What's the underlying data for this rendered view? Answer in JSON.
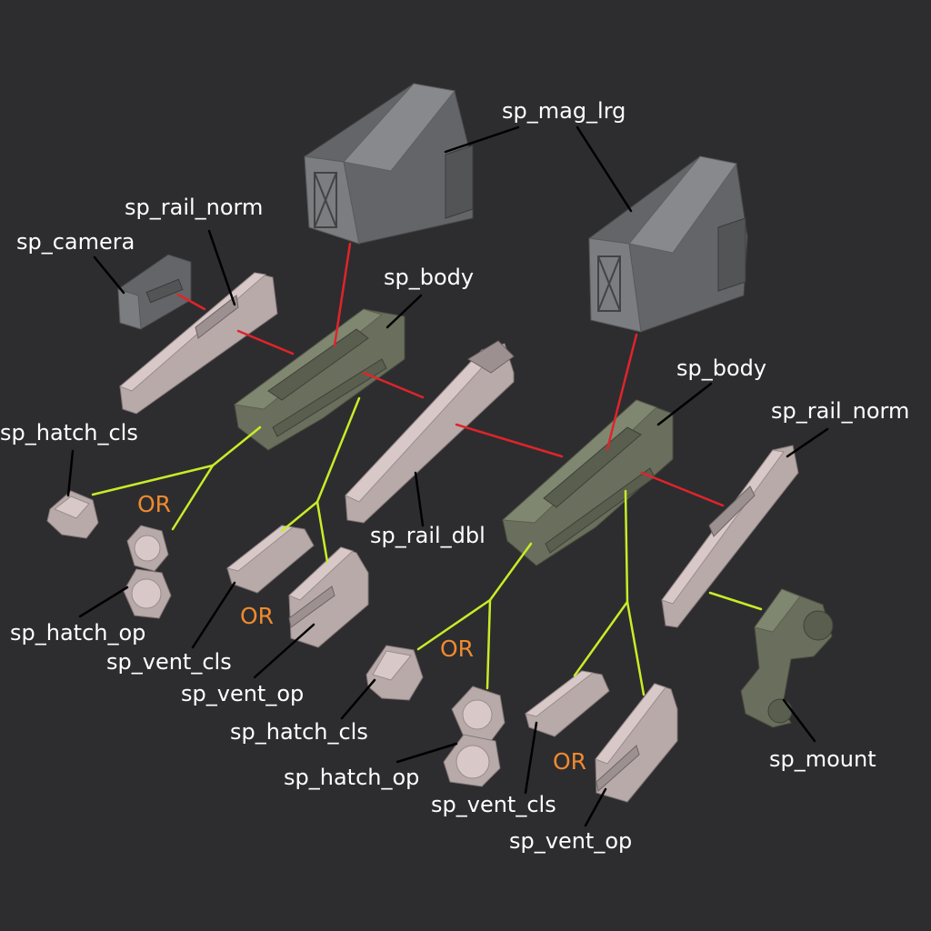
{
  "colors": {
    "background": "#2d2d2f",
    "label_text": "#ffffff",
    "or_text": "#f08a30",
    "assembly_line": "#e0242a",
    "option_line": "#c8ec28",
    "leader_line": "#000000",
    "part_grey": "#6f7073",
    "part_pink": "#c9b9b9",
    "part_green": "#6f7561"
  },
  "labels": {
    "mag_lrg": "sp_mag_lrg",
    "camera": "sp_camera",
    "rail_norm_left": "sp_rail_norm",
    "body_left": "sp_body",
    "body_right": "sp_body",
    "rail_norm_right": "sp_rail_norm",
    "hatch_cls_left": "sp_hatch_cls",
    "hatch_op_left": "sp_hatch_op",
    "vent_cls_left": "sp_vent_cls",
    "vent_op_left": "sp_vent_op",
    "rail_dbl": "sp_rail_dbl",
    "hatch_cls_right": "sp_hatch_cls",
    "hatch_op_right": "sp_hatch_op",
    "vent_cls_right": "sp_vent_cls",
    "vent_op_right": "sp_vent_op",
    "mount": "sp_mount"
  },
  "or_label": "OR"
}
